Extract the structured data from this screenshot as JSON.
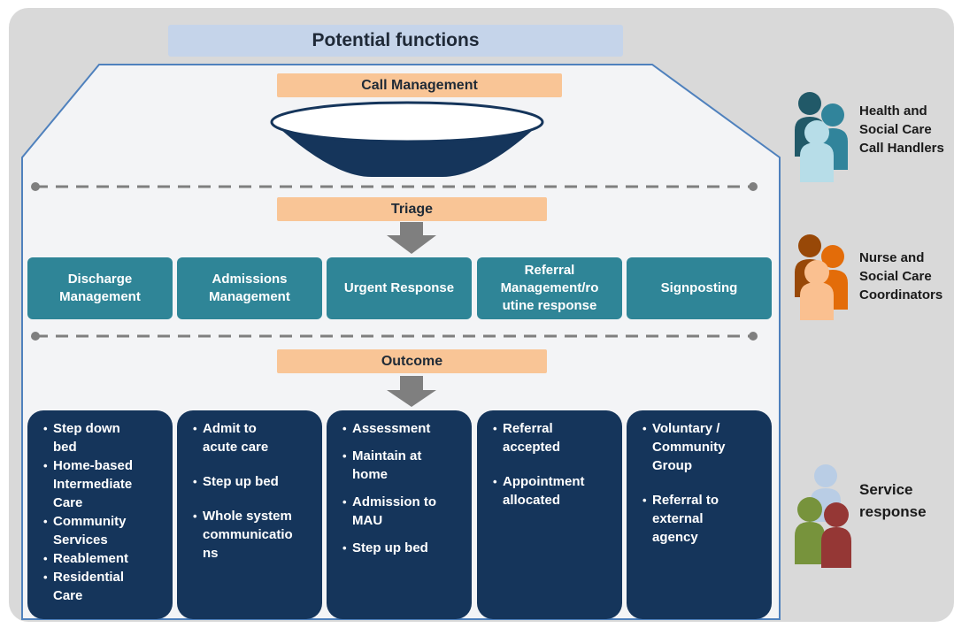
{
  "title": "Potential functions",
  "stages": {
    "call_management": "Call Management",
    "triage": "Triage",
    "outcome": "Outcome"
  },
  "functions": [
    "Discharge\nManagement",
    "Admissions\nManagement",
    "Urgent Response",
    "Referral\nManagement/ro\nutine response",
    "Signposting"
  ],
  "outcomes": [
    [
      "Step down\nbed",
      "Home-based\nIntermediate\nCare",
      "Community\nServices",
      "Reablement",
      "Residential\nCare"
    ],
    [
      "Admit to\nacute care",
      "Step up bed",
      "Whole system\ncommunicatio\nns"
    ],
    [
      "Assessment",
      "Maintain at\nhome",
      "Admission to\nMAU",
      "Step up bed"
    ],
    [
      "Referral\naccepted",
      "Appointment\nallocated"
    ],
    [
      "Voluntary /\nCommunity\nGroup",
      "Referral to\nexternal\nagency"
    ]
  ],
  "roles": {
    "call_handlers": "Health and\nSocial Care\nCall Handlers",
    "coordinators": "Nurse and\nSocial Care\nCoordinators",
    "service_response": "Service\nresponse"
  },
  "colors": {
    "background_panel": "#d9d9d9",
    "title_bar": "#c5d4ea",
    "frame_outline": "#4f81bd",
    "stage_label": "#f9c596",
    "function_box": "#2f8597",
    "outcome_box": "#15355b",
    "arrow": "#7f7f7f",
    "funnel": "#15355b"
  },
  "icons": {
    "call_handlers": "people-group-teal-icon",
    "coordinators": "people-group-orange-icon",
    "service_response": "people-group-mixed-icon"
  }
}
